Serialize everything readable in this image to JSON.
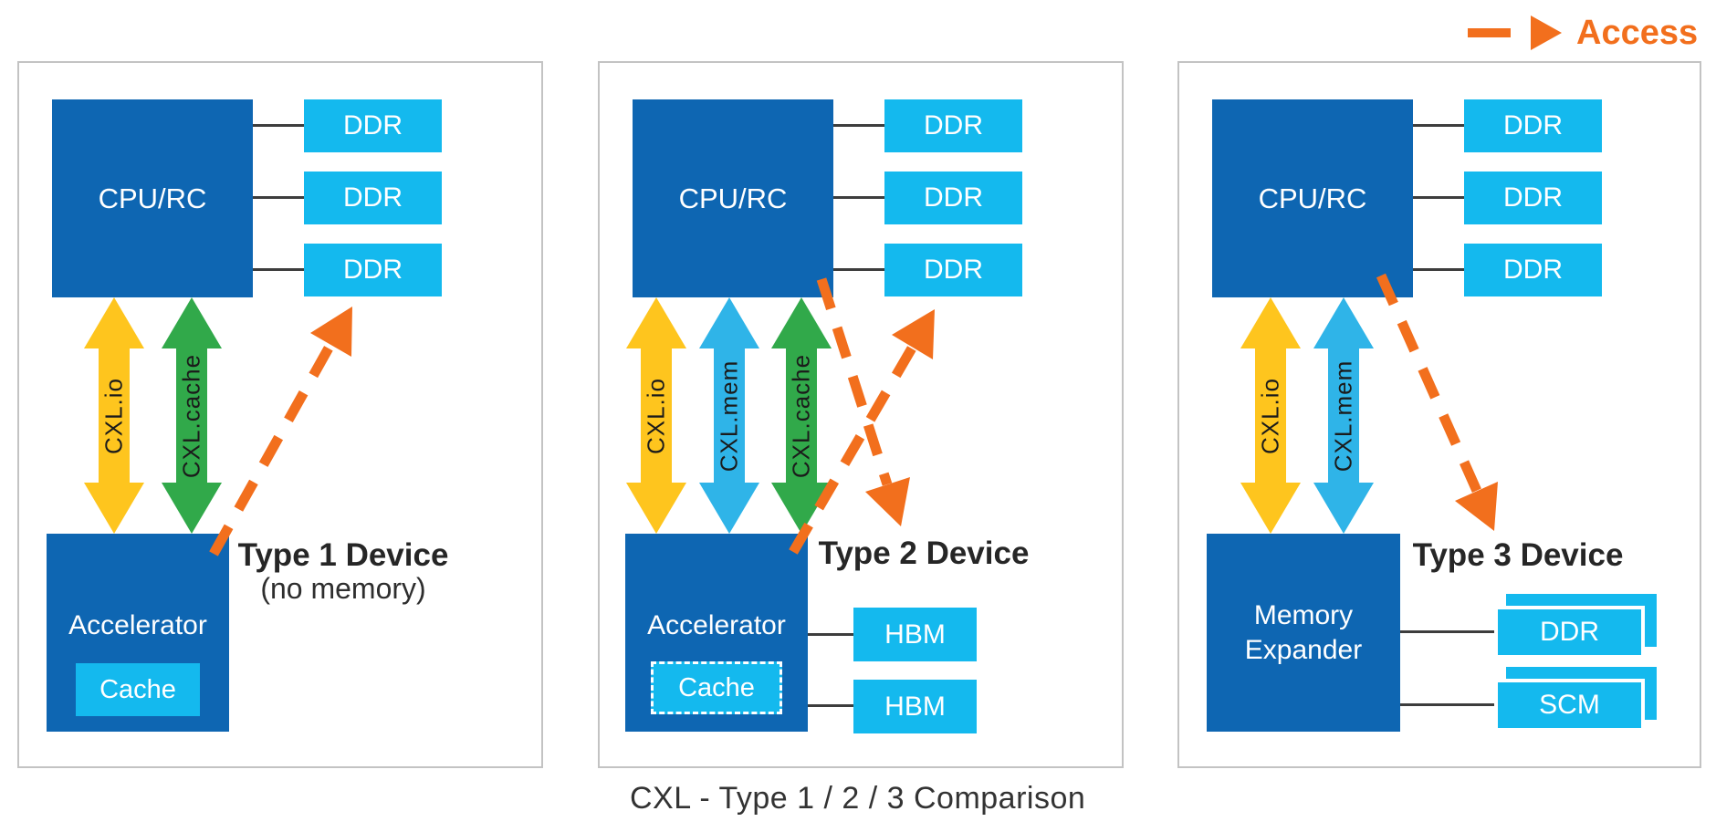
{
  "legend": {
    "label": "Access"
  },
  "caption": "CXL - Type 1 / 2 / 3 Comparison",
  "colors": {
    "dark_blue": "#0e66b2",
    "light_blue": "#14b9ee",
    "cxl_io_yellow": "#fec51e",
    "cxl_mem_blue": "#2fb4e8",
    "cxl_cache_green": "#31a94a",
    "access_orange": "#f26f1d",
    "connector": "#3d3d3d",
    "panel_border": "#c3c3c3"
  },
  "panels": [
    {
      "title": "Type 1 Device",
      "subtitle": "(no memory)",
      "cpu": "CPU/RC",
      "memories": [
        "DDR",
        "DDR",
        "DDR"
      ],
      "links": [
        {
          "label": "CXL.io"
        },
        {
          "label": "CXL.cache"
        }
      ],
      "device": {
        "label": "Accelerator",
        "cache": "Cache"
      },
      "device_memories": []
    },
    {
      "title": "Type 2 Device",
      "subtitle": "",
      "cpu": "CPU/RC",
      "memories": [
        "DDR",
        "DDR",
        "DDR"
      ],
      "links": [
        {
          "label": "CXL.io"
        },
        {
          "label": "CXL.mem"
        },
        {
          "label": "CXL.cache"
        }
      ],
      "device": {
        "label": "Accelerator",
        "cache": "Cache"
      },
      "device_memories": [
        "HBM",
        "HBM"
      ]
    },
    {
      "title": "Type 3 Device",
      "subtitle": "",
      "cpu": "CPU/RC",
      "memories": [
        "DDR",
        "DDR",
        "DDR"
      ],
      "links": [
        {
          "label": "CXL.io"
        },
        {
          "label": "CXL.mem"
        }
      ],
      "device": {
        "label": "Memory Expander"
      },
      "device_memories": [
        "DDR",
        "SCM"
      ]
    }
  ]
}
